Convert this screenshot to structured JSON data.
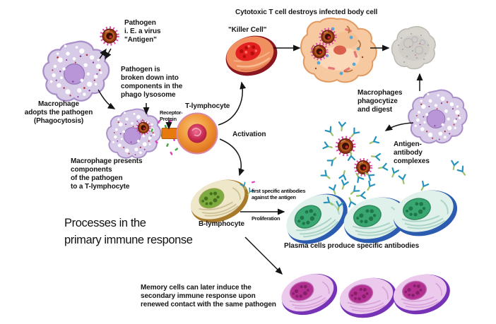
{
  "title": "Processes in the\nprimary immune response",
  "labels": {
    "pathogen_virus": "Pathogen\ni. E. a virus\n\"Antigen\"",
    "cytotoxic": "Cytotoxic T cell destroys infected body cell",
    "killer_cell": "\"Killer Cell\"",
    "pathogen_breakdown": "Pathogen is\nbroken down into\ncomponents in the\nphago lysosome",
    "macrophage_adopts": "Macrophage\nadopts the pathogen\n(Phagocytosis)",
    "t_lymphocyte": "T-lymphocyte",
    "receptor_protein": "Receptor-\nProtein",
    "activation": "Activation",
    "macrophage_presents": "Macrophage presents\ncomponents\nof the pathogen\nto a T-lymphocyte",
    "macrophages_phagocytize": "Macrophages\nphagocytize\nand digest",
    "antigen_antibody_complexes": "Antigen-\nantibody\ncomplexes",
    "first_antibodies": "first specific antibodies\nagainst the antigen",
    "proliferation": "Proliferation",
    "b_lymphocyte": "B-lymphocyte",
    "plasma_cells": "Plasma cells produce specific antibodies",
    "memory_cells": "Memory cells can later induce the\nsecondary immune response upon\nrenewed contact with the same pathogen"
  },
  "colors": {
    "macrophage_body": "#d8cbe7",
    "macrophage_nucleus": "#b996d8",
    "t_lymphocyte": "#ef9434",
    "killer_cell_rim": "#8c1620",
    "killer_cell_nucleus": "#e31f1f",
    "virus_spikes": "#e24aaa",
    "virus_core": "#3c1006",
    "antibody": "#2593bb",
    "b_cell_rim": "#a87a2c",
    "plasma_cell_rim": "#2b5cb0",
    "plasma_nucleus": "#3aa671",
    "memory_cell_rim": "#7633b5",
    "memory_nucleus": "#b23091",
    "infected_cell": "#f7c9a0",
    "dying_cell": "#d7d5cd",
    "arrow": "#141414"
  }
}
